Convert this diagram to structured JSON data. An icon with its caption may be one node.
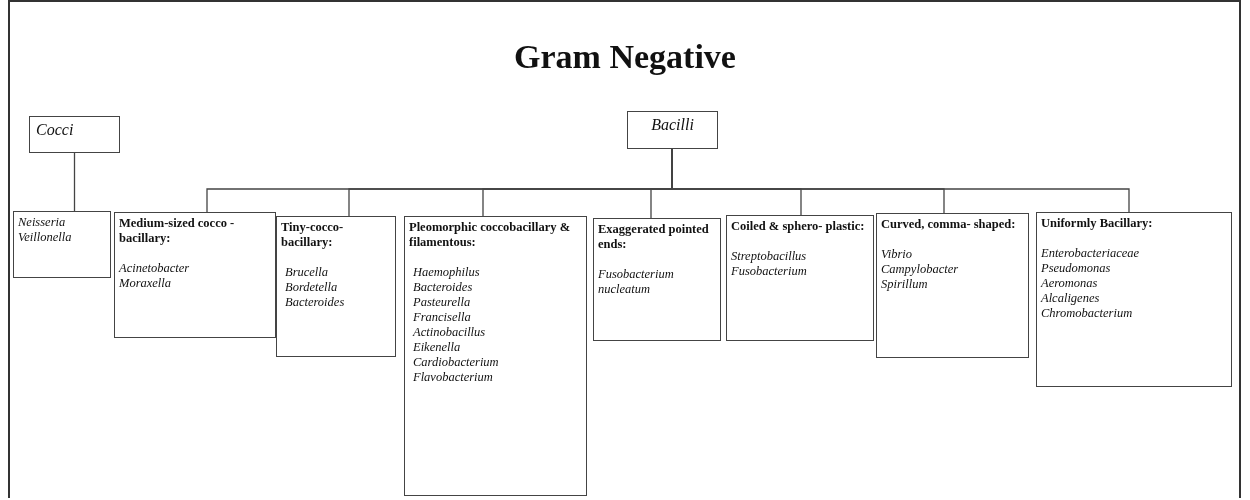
{
  "diagram": {
    "title": "Gram Negative",
    "nodes": [
      {
        "text": [
          "Cocci"
        ]
      },
      {
        "text": [
          "Bacilli"
        ]
      },
      {
        "text": [
          "Neisseria",
          "Veillonella"
        ]
      },
      {
        "text": [
          "Medium-sized cocco -bacillary:",
          "Acinetobacter",
          "Moraxella"
        ]
      },
      {
        "text": [
          "Tiny-cocco- bacillary:",
          "Brucella",
          "Bordetella",
          "Bacteroides"
        ]
      },
      {
        "text": [
          "Pleomorphic coccobacillary & filamentous:",
          "Haemophilus",
          "Bacteroides",
          "Pasteurella",
          "Francisella",
          "Actinobacillus",
          "Eikenella",
          "Cardiobacterium",
          "Flavobacterium"
        ]
      },
      {
        "text": [
          "Exaggerated pointed ends:",
          "Fusobacterium nucleatum"
        ]
      },
      {
        "text": [
          "Coiled & sphero- plastic:",
          "Streptobacillus",
          "Fusobacterium"
        ]
      },
      {
        "text": [
          "Curved, comma- shaped:",
          "Vibrio",
          "Campylobacter",
          "Spirillum"
        ]
      },
      {
        "text": [
          "Uniformly Bacillary:",
          "Enterobacteriaceae",
          "Pseudomonas",
          "Aeromonas",
          "Alcaligenes",
          "Chromobacterium"
        ]
      }
    ],
    "edges": [
      {
        "from": 0,
        "to": 2,
        "arrow": "none"
      },
      {
        "from": 1,
        "to": 3,
        "arrow": "none"
      },
      {
        "from": 1,
        "to": 4,
        "arrow": "none"
      },
      {
        "from": 1,
        "to": 5,
        "arrow": "none"
      },
      {
        "from": 1,
        "to": 6,
        "arrow": "none"
      },
      {
        "from": 1,
        "to": 7,
        "arrow": "none"
      },
      {
        "from": 1,
        "to": 8,
        "arrow": "none"
      },
      {
        "from": 1,
        "to": 9,
        "arrow": "none"
      }
    ]
  }
}
